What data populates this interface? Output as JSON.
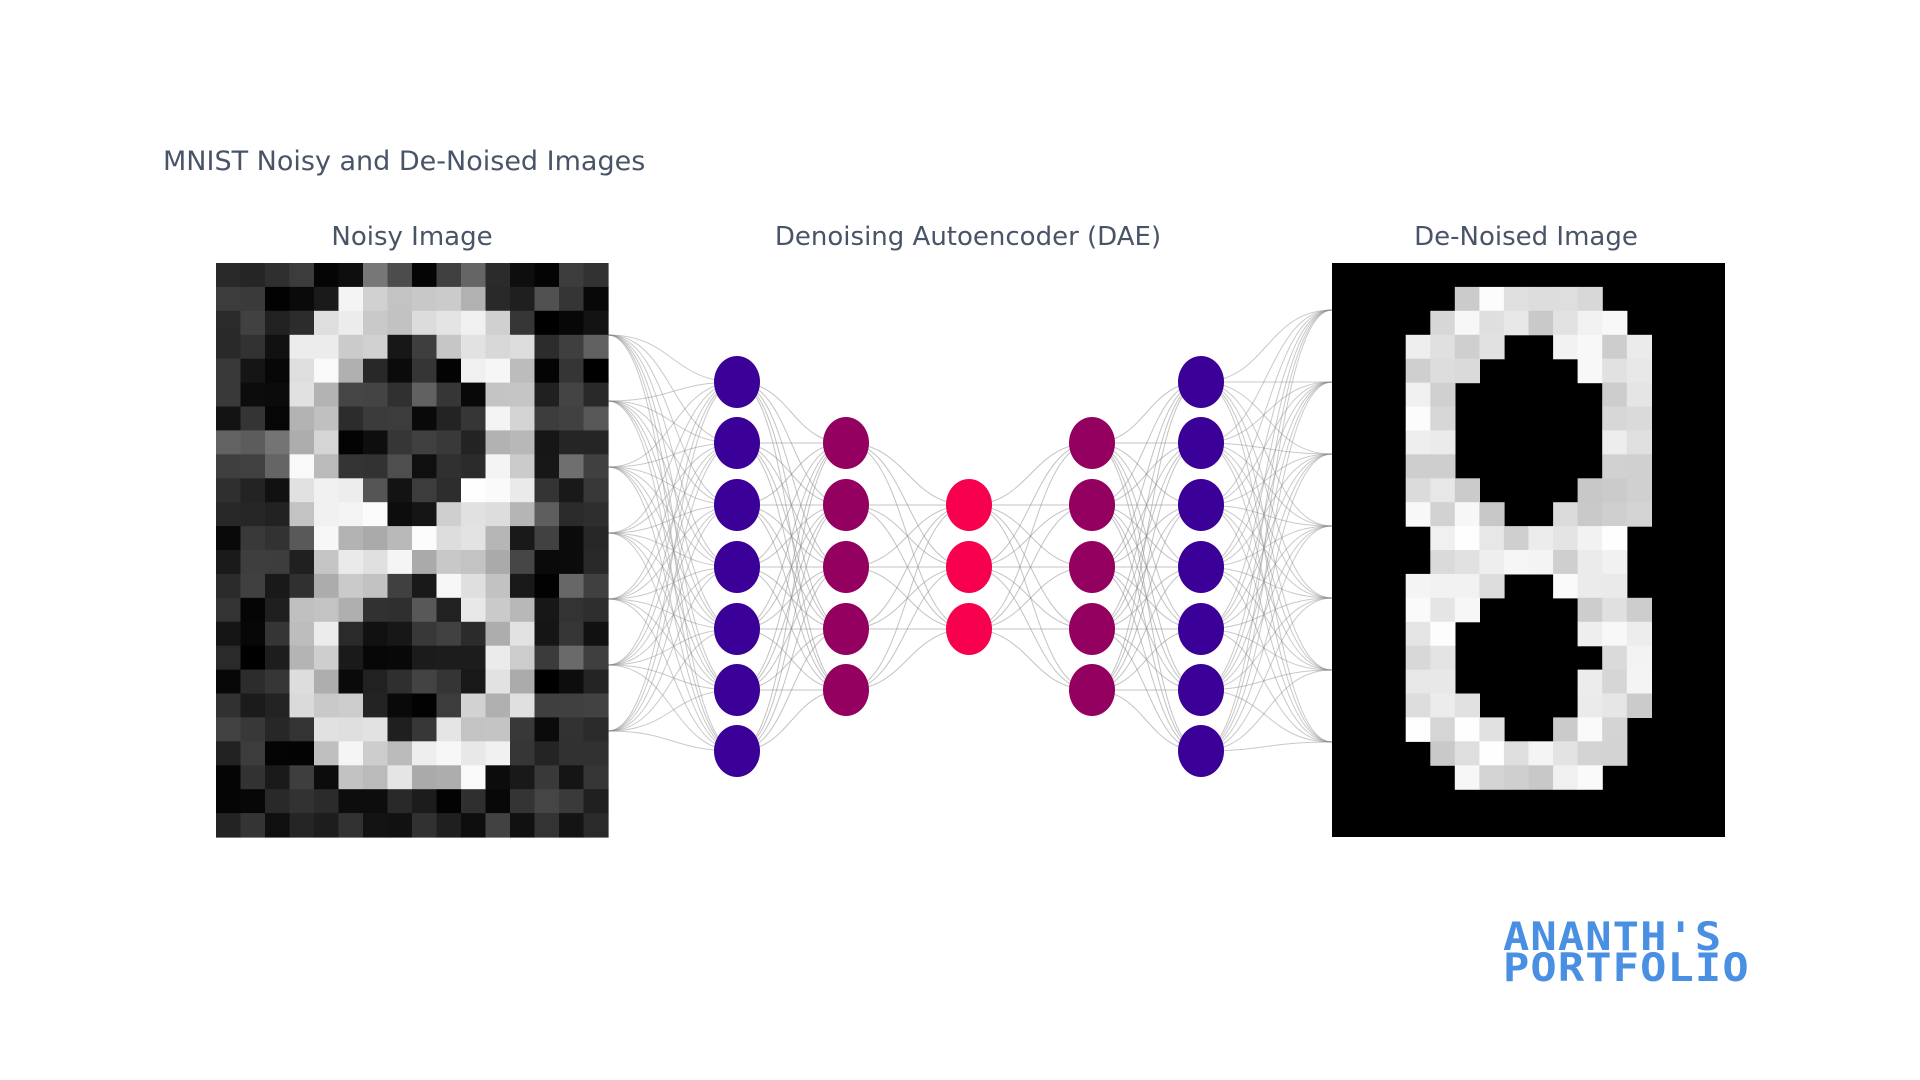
{
  "header": {
    "title": "MNIST Noisy and De-Noised Images"
  },
  "panels": {
    "noisy": {
      "title": "Noisy Image"
    },
    "network": {
      "title": "Denoising Autoencoder (DAE)",
      "layers": [
        {
          "name": "input",
          "neurons": 7,
          "color": "#3a0097"
        },
        {
          "name": "encoder-hidden",
          "neurons": 5,
          "color": "#94005f"
        },
        {
          "name": "bottleneck",
          "neurons": 3,
          "color": "#f7004d"
        },
        {
          "name": "decoder-hidden",
          "neurons": 5,
          "color": "#94005f"
        },
        {
          "name": "output",
          "neurons": 7,
          "color": "#3a0097"
        }
      ],
      "connection_color": "#888888"
    },
    "denoised": {
      "title": "De-Noised Image"
    }
  },
  "branding": {
    "line1": "ANANTH'S",
    "line2": "PORTFOLIO",
    "color": "#4a90e2"
  }
}
